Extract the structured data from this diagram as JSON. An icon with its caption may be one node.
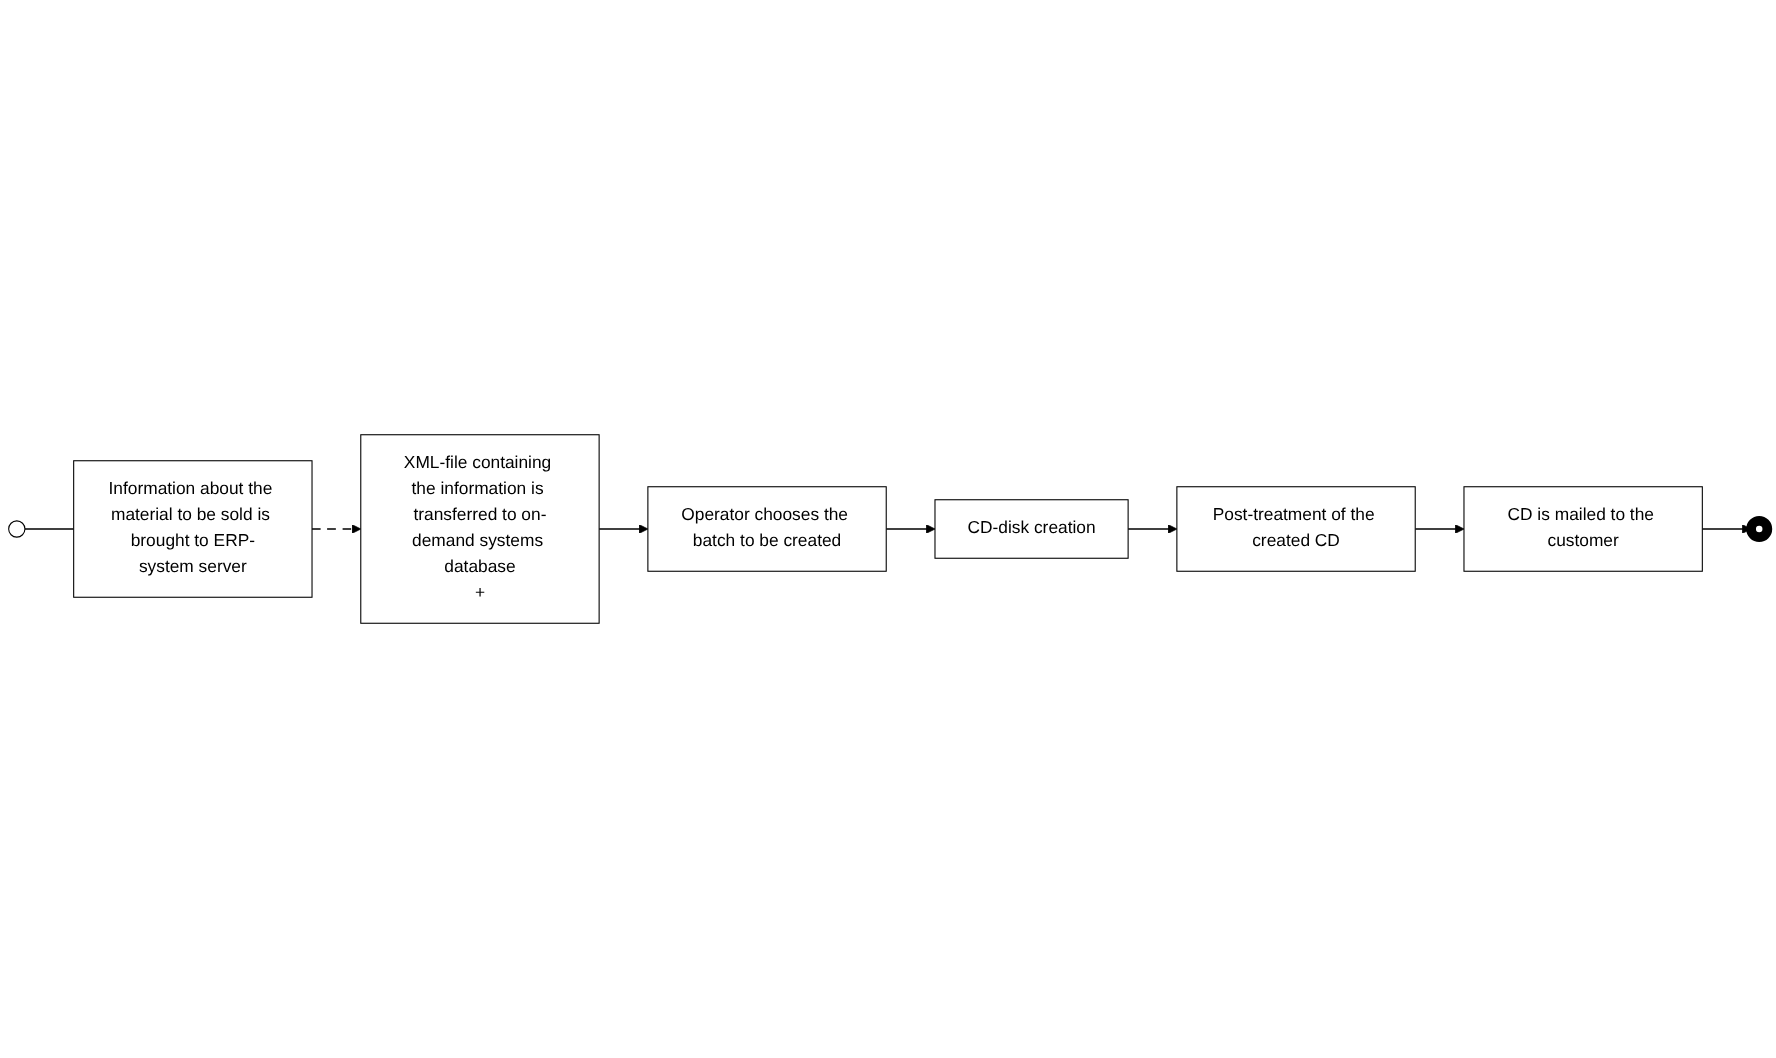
{
  "diagram": {
    "nodes": [
      {
        "text": [],
        "shape": "circle"
      },
      {
        "text": [
          "Information about the material to be sold is brought to ERP-system server"
        ]
      },
      {
        "text": [
          "XML-file containing the information is transferred to on-demand systems database",
          "+"
        ]
      },
      {
        "text": [
          "Operator chooses the batch to be created"
        ]
      },
      {
        "text": [
          "CD-disk creation"
        ]
      },
      {
        "text": [
          "Post-treatment of the created CD"
        ]
      },
      {
        "text": [
          "CD is mailed to the customer"
        ]
      },
      {
        "text": [],
        "shape": "circle"
      }
    ],
    "edges": [
      {
        "from": 0,
        "to": 1,
        "arrow": "none"
      },
      {
        "from": 1,
        "to": 2,
        "arrow": "to",
        "style": "dashed"
      },
      {
        "from": 2,
        "to": 3,
        "arrow": "to"
      },
      {
        "from": 3,
        "to": 4,
        "arrow": "to"
      },
      {
        "from": 4,
        "to": 5,
        "arrow": "to"
      },
      {
        "from": 5,
        "to": 6,
        "arrow": "to"
      },
      {
        "from": 6,
        "to": 7,
        "arrow": "to"
      }
    ]
  }
}
